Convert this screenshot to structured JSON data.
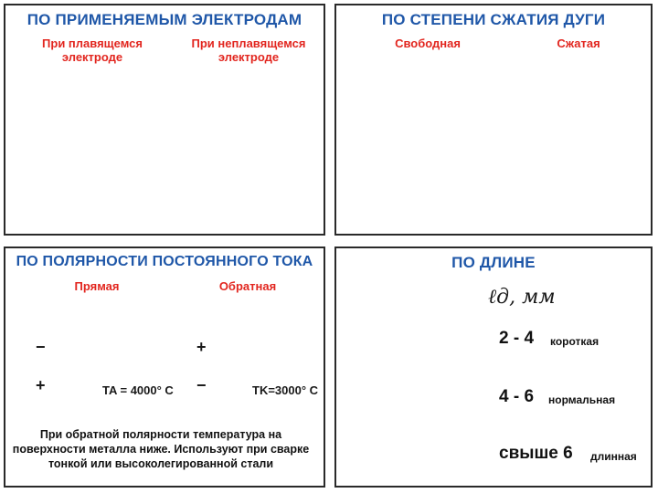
{
  "electrodes": {
    "title": "ПО ПРИМЕНЯЕМЫМ ЭЛЕКТРОДАМ",
    "consumable": "При плавящемся электроде",
    "nonconsumable": "При неплавящемся электроде"
  },
  "compression": {
    "title": "ПО СТЕПЕНИ СЖАТИЯ ДУГИ",
    "free": "Свободная",
    "compressed": "Сжатая"
  },
  "polarity": {
    "title": "ПО ПОЛЯРНОСТИ ПОСТОЯННОГО ТОКА",
    "direct": "Прямая",
    "reverse": "Обратная",
    "minus": "−",
    "plus": "+",
    "temp_a": "TA = 4000° C",
    "temp_k": "TK=3000° C",
    "note": "При обратной полярности температура на поверхности металла ниже. Используют при сварке тонкой или высоколегированной стали"
  },
  "length": {
    "title": "ПО ДЛИНЕ",
    "unit": "ℓд, мм",
    "rows": [
      {
        "range": "2 - 4",
        "label": "короткая"
      },
      {
        "range": "4 - 6",
        "label": "нормальная"
      },
      {
        "range": "свыше 6",
        "label": "длинная"
      }
    ]
  },
  "colors": {
    "title": "#1f57a8",
    "subtitle": "#e2261f",
    "metal": "#7fb2d6",
    "arc": "#f58fa6"
  }
}
